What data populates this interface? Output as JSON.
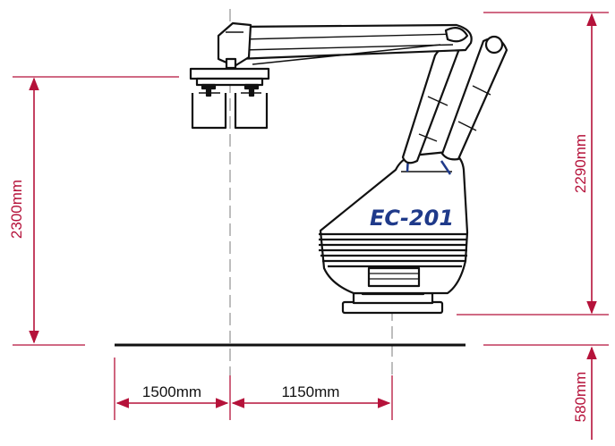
{
  "model": "EC-201",
  "dimensions": {
    "reach_height": "2300mm",
    "overall_height": "2290mm",
    "base_height": "580mm",
    "left_reach": "1500mm",
    "center_offset": "1150mm"
  },
  "colors": {
    "dimension": "#b5123a",
    "outline": "#111111",
    "model_text": "#1f3a8a",
    "centerline": "#999999"
  }
}
